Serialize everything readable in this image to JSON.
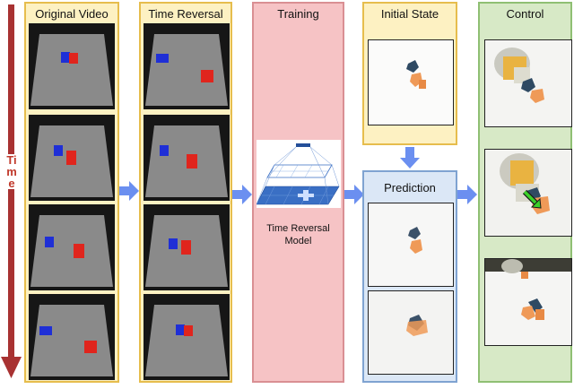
{
  "time_axis": {
    "label": "Time",
    "color": "#a83232"
  },
  "panels": {
    "original_video": {
      "title": "Original Video"
    },
    "time_reversal": {
      "title": "Time Reversal"
    },
    "training": {
      "title": "Training",
      "model_line1": "Time Reversal",
      "model_line2": "Model"
    },
    "initial_state": {
      "title": "Initial State"
    },
    "prediction": {
      "title": "Prediction"
    },
    "control": {
      "title": "Control"
    }
  },
  "colors": {
    "arrow": "#6b8ff0",
    "yellow_panel": "#fdf1c2",
    "pink_panel": "#f6c3c5",
    "blue_panel": "#dbe7f6",
    "green_panel": "#d7e9c6",
    "block_blue": "#1f2fd6",
    "block_red": "#e0251d",
    "green_arrow": "#3bd12a"
  }
}
